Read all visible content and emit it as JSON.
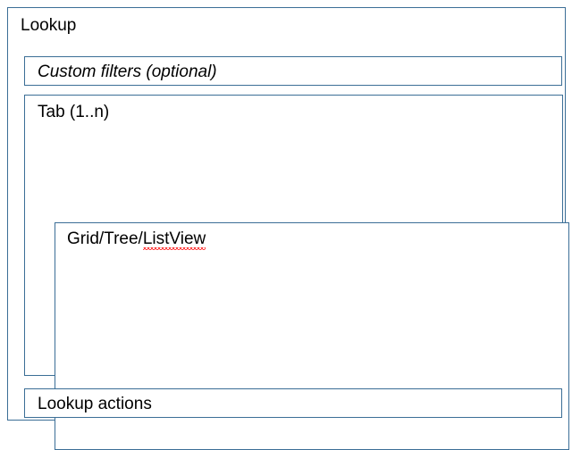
{
  "diagram": {
    "type": "nested-rectangles-wireframe",
    "background_color": "#ffffff",
    "border_color": "#3B6E96",
    "text_color": "#000000",
    "spellcheck_underline_color": "#ff0000"
  },
  "outer": {
    "title": "Lookup"
  },
  "filters": {
    "label": "Custom filters (optional)",
    "style": "italic"
  },
  "tab": {
    "label": "Tab (1..n)"
  },
  "grid": {
    "label_prefix": "Grid/Tree/",
    "label_misspelled": "ListView",
    "label_full": "Grid/Tree/ListView"
  },
  "actions": {
    "label": "Lookup actions"
  }
}
